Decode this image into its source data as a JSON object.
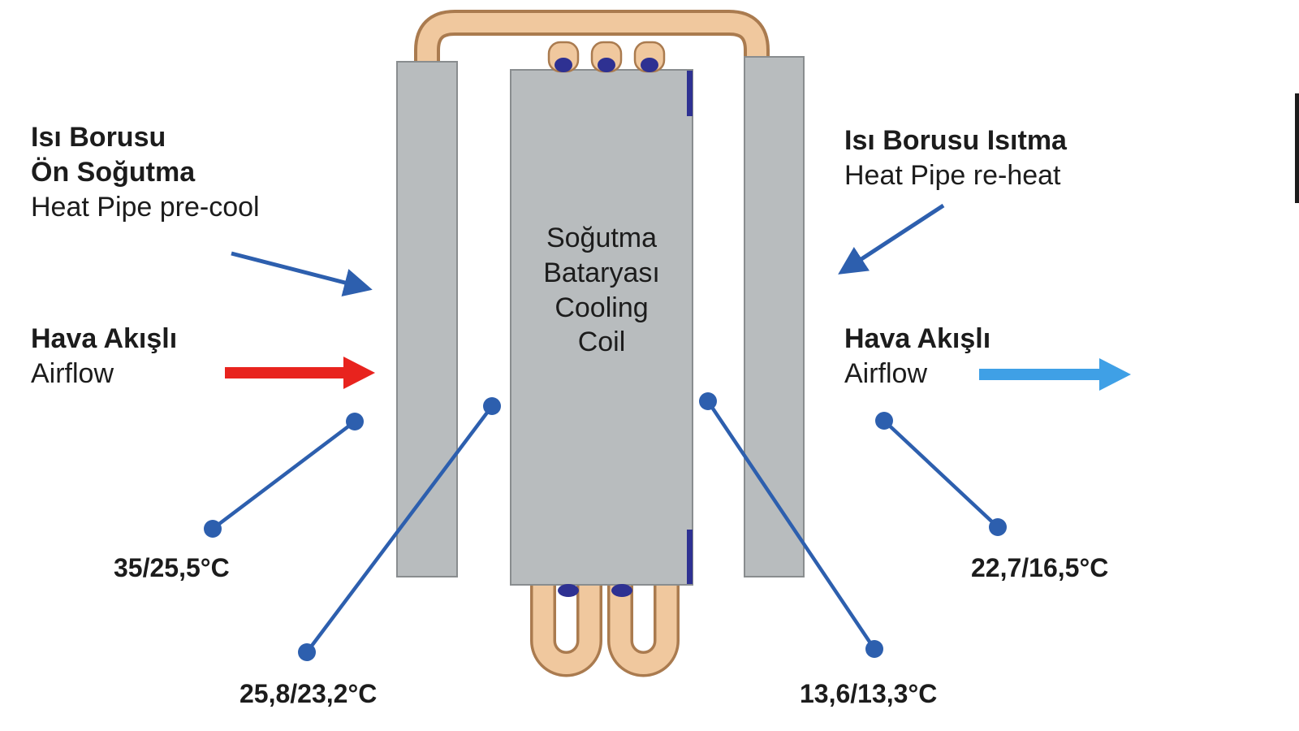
{
  "colors": {
    "label_blue": "#2d5fae",
    "airflow_red": "#e8231e",
    "airflow_blue": "#3fa0e6",
    "panel_gray": "#b8bcbe",
    "panel_border": "#898d8f",
    "copper_fill": "#f0c89e",
    "copper_outline": "#aa7b4f",
    "navy": "#2e3192",
    "text": "#1c1c1c"
  },
  "labels": {
    "pre_cool": {
      "l1": "Isı Borusu",
      "l2": "Ön Soğutma",
      "l3": "Heat Pipe pre-cool"
    },
    "airflow_left": {
      "l1": "Hava Akışlı",
      "l2": "Airflow"
    },
    "re_heat": {
      "l1": "Isı Borusu Isıtma",
      "l2": "Heat Pipe re-heat"
    },
    "airflow_right": {
      "l1": "Hava Akışlı",
      "l2": "Airflow"
    },
    "cooling_coil": {
      "l1": "Soğutma",
      "l2": "Bataryası",
      "l3": "Cooling",
      "l4": "Coil"
    }
  },
  "temperatures": {
    "outdoor_air": "35/25,5°C",
    "after_precool": "25,8/23,2°C",
    "after_cooling_coil": "13,6/13,3°C",
    "supply_air": "22,7/16,5°C"
  }
}
